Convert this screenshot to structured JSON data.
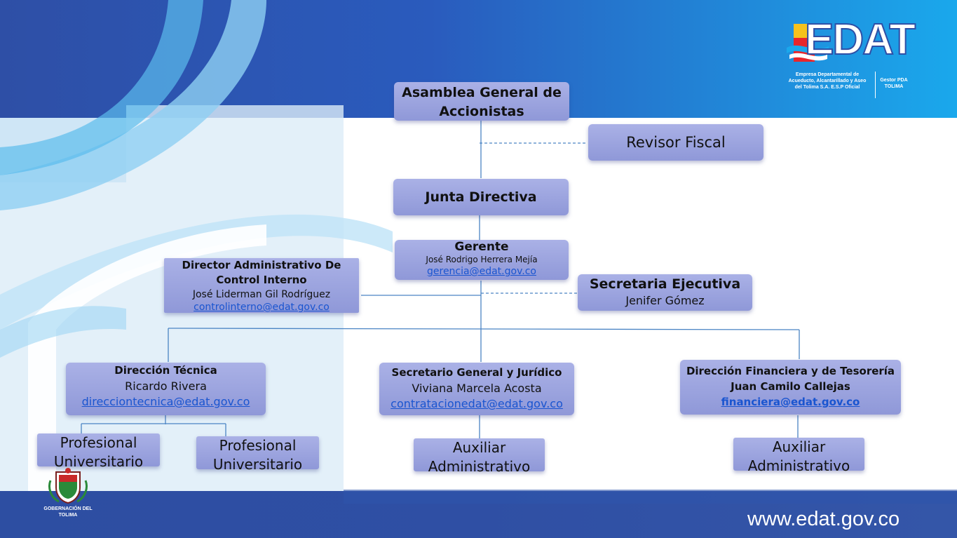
{
  "org": {
    "asamblea": {
      "title": "Asamblea General de Accionistas"
    },
    "revisor": {
      "title": "Revisor Fiscal"
    },
    "junta": {
      "title": "Junta Directiva"
    },
    "gerente": {
      "title": "Gerente",
      "name": "José Rodrigo Herrera Mejía",
      "email": "gerencia@edat.gov.co"
    },
    "control": {
      "title": "Director Administrativo De Control Interno",
      "name": "José Liderman Gil Rodríguez",
      "email": "controlinterno@edat.gov.co"
    },
    "secretaria": {
      "title": "Secretaria Ejecutiva",
      "name": "Jenifer Gómez"
    },
    "tecnica": {
      "title": "Dirección Técnica",
      "name": "Ricardo Rivera",
      "email": "direcciontecnica@edat.gov.co"
    },
    "juridico": {
      "title": "Secretario General y Jurídico",
      "name": "Viviana Marcela Acosta",
      "email": "contratacionedat@edat.gov.co"
    },
    "financiera": {
      "title": "Dirección Financiera y de Tesorería",
      "name": "Juan Camilo Callejas",
      "email": "financiera@edat.gov.co"
    },
    "prof1": {
      "title": "Profesional Universitario"
    },
    "prof2": {
      "title": "Profesional Universitario"
    },
    "aux1": {
      "title": "Auxiliar Administrativo"
    },
    "aux2": {
      "title": "Auxiliar Administrativo"
    }
  },
  "logo": {
    "text": "EDAT",
    "desc": "Empresa Departamental de Acueducto, Alcantarillado y Aseo del Tolima S.A. E.S.P Oficial",
    "gestor": "Gestor PDA TOLIMA"
  },
  "gobernacion": {
    "text": "GOBERNACIÓN DEL TOLIMA"
  },
  "footer": {
    "url": "www.edat.gov.co"
  },
  "colors": {
    "dark_blue": "#2d4fa3",
    "light_blue": "#1ea8e8",
    "box": "#9aa2de",
    "link": "#1a55d0"
  }
}
